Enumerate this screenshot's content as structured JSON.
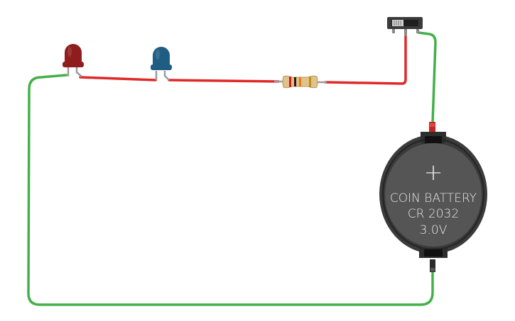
{
  "components": {
    "led_red": {
      "color": "#8f1d1d"
    },
    "led_blue": {
      "color": "#1f5d83"
    },
    "resistor": {
      "body_color": "#e2c28c"
    },
    "switch": {
      "state": "off"
    },
    "battery": {
      "symbol": "+",
      "label_line1": "COIN BATTERY",
      "label_line2": "CR 2032",
      "label_line3": "3.0V"
    }
  },
  "wires": {
    "positive_color": "#e02828",
    "negative_color": "#44b04a"
  }
}
